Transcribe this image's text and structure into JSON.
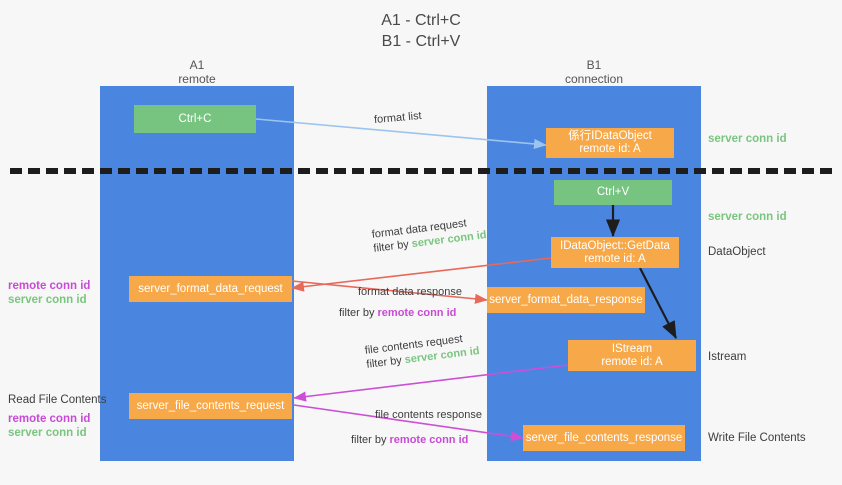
{
  "title": {
    "line1": "A1 - Ctrl+C",
    "line2": "B1 - Ctrl+V"
  },
  "columns": [
    {
      "name": "A1",
      "sub": "remote"
    },
    {
      "name": "B1",
      "sub": "connection"
    }
  ],
  "boxes": {
    "ctrl_c": {
      "label": "Ctrl+C"
    },
    "ctrl_v": {
      "label": "Ctrl+V"
    },
    "idataobject_top": {
      "line1": "係行IDataObject",
      "line2": "remote id: A"
    },
    "idataobject_getdata": {
      "line1": "IDataObject::GetData",
      "line2": "remote id: A"
    },
    "istream": {
      "line1": "IStream",
      "line2": "remote id: A"
    },
    "server_format_data_request": {
      "label": "server_format_data_request"
    },
    "server_format_data_response": {
      "label": "server_format_data_response"
    },
    "server_file_contents_request": {
      "label": "server_file_contents_request"
    },
    "server_file_contents_response": {
      "label": "server_file_contents_response"
    }
  },
  "edges": {
    "format_list": {
      "label": "format list"
    },
    "format_data_request": {
      "label": "format data request",
      "filter_prefix": "filter by ",
      "filter_value": "server conn id"
    },
    "format_data_response": {
      "label": "format data response",
      "filter_prefix": "filter by ",
      "filter_value": "remote conn id"
    },
    "file_contents_request": {
      "label": "file contents request",
      "filter_prefix": "filter by ",
      "filter_value": "server conn id"
    },
    "file_contents_response": {
      "label": "file contents response",
      "filter_prefix": "filter by ",
      "filter_value": "remote conn id"
    }
  },
  "annotations": {
    "right_server_conn_id_top": "server conn id",
    "right_server_conn_id_mid": "server conn id",
    "right_dataobject": "DataObject",
    "right_istream": "Istream",
    "right_write_file_contents": "Write File Contents",
    "left_remote_conn_id_1": "remote conn id",
    "left_server_conn_id_1": "server conn id",
    "left_read_file_contents": "Read File Contents",
    "left_remote_conn_id_2": "remote conn id",
    "left_server_conn_id_2": "server conn id"
  },
  "colors": {
    "lane": "#4a86e0",
    "green_box": "#77c480",
    "orange_box": "#f7a94a",
    "green_text": "#7ac57f",
    "magenta_text": "#c84bd6",
    "red_arrow": "#e8685a",
    "magenta_arrow": "#cc4fd6",
    "blue_arrow": "#9cc4ef",
    "black_arrow": "#1d1d1d",
    "background": "#f7f7f7"
  }
}
